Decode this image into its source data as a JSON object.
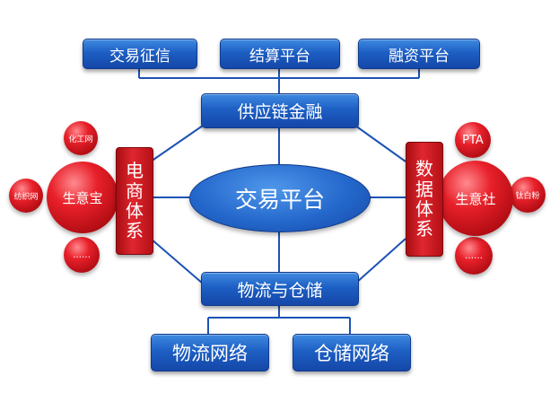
{
  "top_row": {
    "credit": "交易征信",
    "settlement": "结算平台",
    "financing": "融资平台"
  },
  "supply_chain_finance": "供应链金融",
  "center": "交易平台",
  "logistics_storage": "物流与仓储",
  "bottom_row": {
    "logistics_network": "物流网络",
    "storage_network": "仓储网络"
  },
  "left_cluster": {
    "bar_chars": [
      "电",
      "商",
      "体",
      "系"
    ],
    "hub": "生意宝",
    "satellites": [
      "化工网",
      "纺织网",
      "……"
    ]
  },
  "right_cluster": {
    "bar_chars": [
      "数",
      "据",
      "体",
      "系"
    ],
    "hub": "生意社",
    "satellites": [
      "PTA",
      "钛白粉",
      "……"
    ]
  },
  "colors": {
    "line": "#1b53b5",
    "box_blue": "#1d5fc4",
    "bar_red": "#d81e26",
    "ball_red": "#e8202a"
  }
}
